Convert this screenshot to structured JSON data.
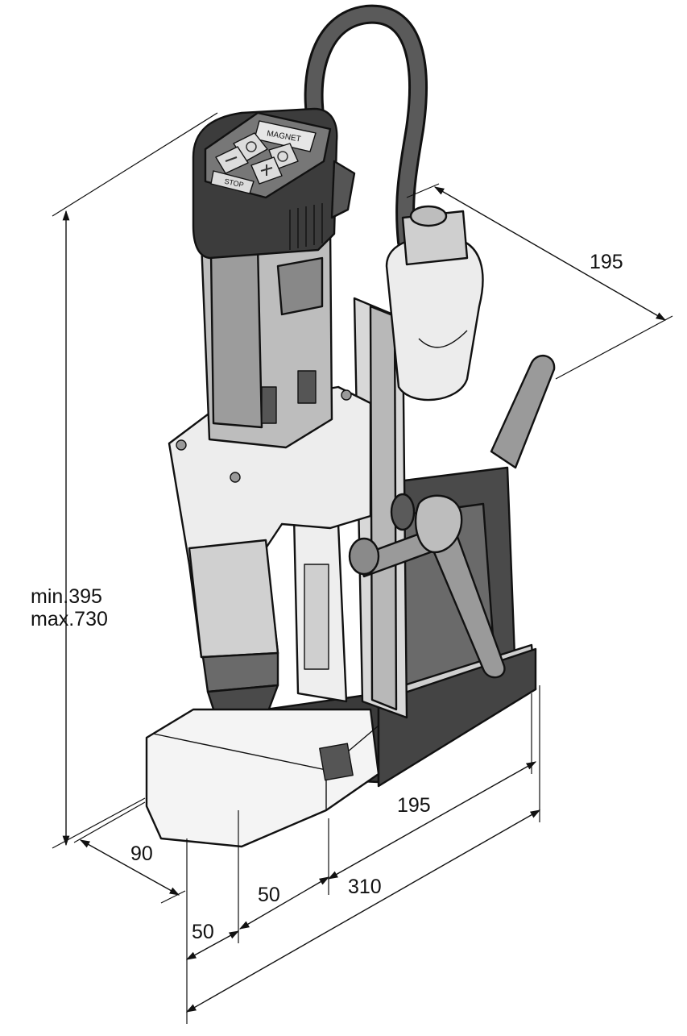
{
  "labels": {
    "keypad_magnet": "MAGNET",
    "keypad_stop": "STOP"
  },
  "dimensions": {
    "height_min": "min.395",
    "height_max": "max.730",
    "top_depth": "195",
    "base_length": "195",
    "base_width": "90",
    "offset_front": "50",
    "offset_core": "50",
    "total_length": "310"
  },
  "colors": {
    "line": "#111111",
    "light_body": "#ececec",
    "mid_gray": "#9a9a9a",
    "dark_gray": "#555555",
    "black_rubber": "#2a2a2a"
  }
}
